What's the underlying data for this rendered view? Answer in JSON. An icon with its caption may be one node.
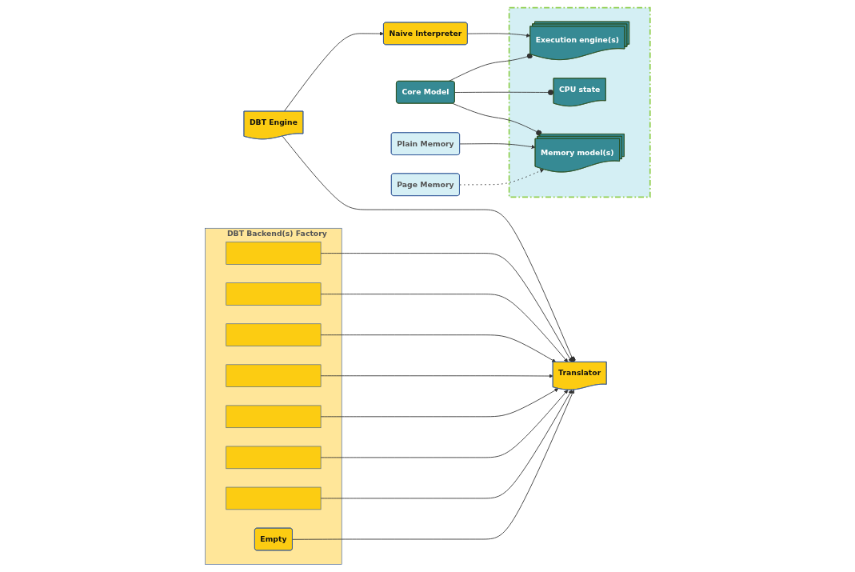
{
  "diagram": {
    "nodes": [
      {
        "text": [
          "Naive Interpreter"
        ]
      },
      {
        "text": [
          "DBT Engine"
        ]
      },
      {
        "text": [],
        "shape": "box"
      },
      {
        "text": [
          "Execution engine(s)"
        ],
        "in": 2
      },
      {
        "text": [
          "Translator"
        ]
      },
      {
        "text": [
          "Core Model"
        ]
      },
      {
        "text": [
          "CPU state"
        ],
        "in": 2
      },
      {
        "text": [
          "DBT Backend(s) Factory"
        ]
      },
      {
        "text": [],
        "shape": "box",
        "in": 7
      },
      {
        "text": [],
        "shape": "box",
        "in": 7
      },
      {
        "text": [],
        "shape": "box",
        "in": 7
      },
      {
        "text": [],
        "shape": "box",
        "in": 7
      },
      {
        "text": [],
        "shape": "box",
        "in": 7
      },
      {
        "text": [],
        "shape": "box",
        "in": 7
      },
      {
        "text": [],
        "shape": "box",
        "in": 7
      },
      {
        "text": [
          "Empty"
        ],
        "in": 7
      },
      {
        "text": [
          "Memory model(s)"
        ],
        "in": 2
      },
      {
        "text": [
          "Plain Memory"
        ]
      },
      {
        "text": [
          "Page Memory"
        ]
      }
    ],
    "edges": [
      {
        "from": 1,
        "to": 0,
        "arrow": "to"
      },
      {
        "from": 0,
        "to": 3,
        "arrow": "to"
      },
      {
        "from": 1,
        "to": 4,
        "arrow": "other"
      },
      {
        "from": 5,
        "to": 3,
        "arrow": "other"
      },
      {
        "from": 5,
        "to": 6,
        "arrow": "other"
      },
      {
        "from": 5,
        "to": 16,
        "arrow": "other"
      },
      {
        "from": 8,
        "to": 4,
        "arrow": "to"
      },
      {
        "from": 9,
        "to": 4,
        "arrow": "to"
      },
      {
        "from": 10,
        "to": 4,
        "arrow": "to"
      },
      {
        "from": 11,
        "to": 4,
        "arrow": "to"
      },
      {
        "from": 12,
        "to": 4,
        "arrow": "to"
      },
      {
        "from": 13,
        "to": 4,
        "arrow": "to"
      },
      {
        "from": 14,
        "to": 4,
        "arrow": "to"
      },
      {
        "from": 15,
        "to": 4,
        "arrow": "to"
      },
      {
        "from": 17,
        "to": 16,
        "arrow": "to"
      },
      {
        "from": 18,
        "to": 16,
        "arrow": "to",
        "style": "dashed"
      }
    ]
  }
}
